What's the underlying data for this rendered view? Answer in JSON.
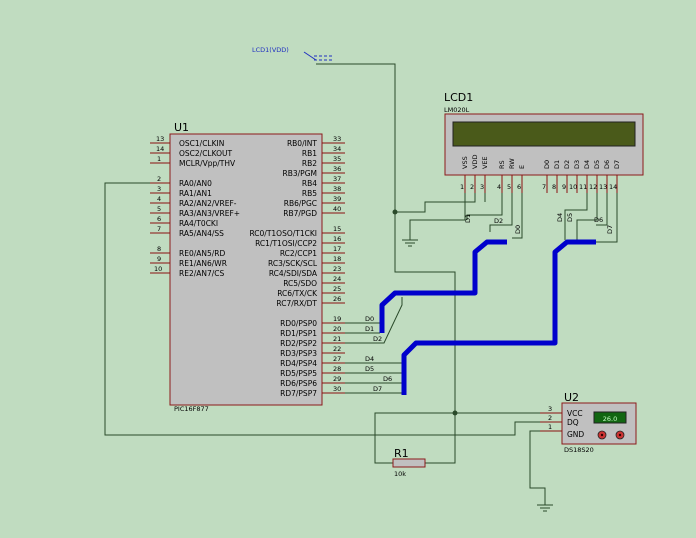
{
  "u1": {
    "ref": "U1",
    "part": "PIC16F877",
    "left_pins": [
      {
        "num": "13",
        "name": "OSC1/CLKIN"
      },
      {
        "num": "14",
        "name": "OSC2/CLKOUT"
      },
      {
        "num": "1",
        "name": "MCLR/Vpp/THV"
      },
      {
        "num": "2",
        "name": "RA0/AN0"
      },
      {
        "num": "3",
        "name": "RA1/AN1"
      },
      {
        "num": "4",
        "name": "RA2/AN2/VREF-"
      },
      {
        "num": "5",
        "name": "RA3/AN3/VREF+"
      },
      {
        "num": "6",
        "name": "RA4/T0CKI"
      },
      {
        "num": "7",
        "name": "RA5/AN4/SS"
      },
      {
        "num": "8",
        "name": "RE0/AN5/RD"
      },
      {
        "num": "9",
        "name": "RE1/AN6/WR"
      },
      {
        "num": "10",
        "name": "RE2/AN7/CS"
      }
    ],
    "right_pins": [
      {
        "num": "33",
        "name": "RB0/INT"
      },
      {
        "num": "34",
        "name": "RB1"
      },
      {
        "num": "35",
        "name": "RB2"
      },
      {
        "num": "36",
        "name": "RB3/PGM"
      },
      {
        "num": "37",
        "name": "RB4"
      },
      {
        "num": "38",
        "name": "RB5"
      },
      {
        "num": "39",
        "name": "RB6/PGC"
      },
      {
        "num": "40",
        "name": "RB7/PGD"
      },
      {
        "num": "15",
        "name": "RC0/T1OSO/T1CKI"
      },
      {
        "num": "16",
        "name": "RC1/T1OSI/CCP2"
      },
      {
        "num": "17",
        "name": "RC2/CCP1"
      },
      {
        "num": "18",
        "name": "RC3/SCK/SCL"
      },
      {
        "num": "23",
        "name": "RC4/SDI/SDA"
      },
      {
        "num": "24",
        "name": "RC5/SDO"
      },
      {
        "num": "25",
        "name": "RC6/TX/CK"
      },
      {
        "num": "26",
        "name": "RC7/RX/DT"
      },
      {
        "num": "19",
        "name": "RD0/PSP0"
      },
      {
        "num": "20",
        "name": "RD1/PSP1"
      },
      {
        "num": "21",
        "name": "RD2/PSP2"
      },
      {
        "num": "22",
        "name": "RD3/PSP3"
      },
      {
        "num": "27",
        "name": "RD4/PSP4"
      },
      {
        "num": "28",
        "name": "RD5/PSP5"
      },
      {
        "num": "29",
        "name": "RD6/PSP6"
      },
      {
        "num": "30",
        "name": "RD7/PSP7"
      }
    ]
  },
  "lcd1": {
    "ref": "LCD1",
    "part": "LM020L",
    "pins": [
      {
        "num": "1",
        "name": "VSS"
      },
      {
        "num": "2",
        "name": "VDD"
      },
      {
        "num": "3",
        "name": "VEE"
      },
      {
        "num": "4",
        "name": "RS"
      },
      {
        "num": "5",
        "name": "RW"
      },
      {
        "num": "6",
        "name": "E"
      },
      {
        "num": "7",
        "name": "D0"
      },
      {
        "num": "8",
        "name": "D1"
      },
      {
        "num": "9",
        "name": "D2"
      },
      {
        "num": "10",
        "name": "D3"
      },
      {
        "num": "11",
        "name": "D4"
      },
      {
        "num": "12",
        "name": "D5"
      },
      {
        "num": "13",
        "name": "D6"
      },
      {
        "num": "14",
        "name": "D7"
      }
    ]
  },
  "power_label": "LCD1(VDD)",
  "u2": {
    "ref": "U2",
    "part": "DS18S20",
    "display": "26.0",
    "pins": [
      {
        "num": "3",
        "name": "VCC"
      },
      {
        "num": "2",
        "name": "DQ"
      },
      {
        "num": "1",
        "name": "GND"
      }
    ]
  },
  "r1": {
    "ref": "R1",
    "value": "10k"
  },
  "nets": {
    "d0": "D0",
    "d1": "D1",
    "d2": "D2",
    "d4": "D4",
    "d5": "D5",
    "d6": "D6",
    "d7": "D7"
  },
  "colors": {
    "background": "#c0dcc0",
    "chip_body": "#c0c0c0",
    "chip_border": "#8b1a1a",
    "bus": "#0000cc",
    "lcd_screen": "#4a5a1a",
    "sensor_display": "#116611",
    "power_label": "#2030c0"
  }
}
